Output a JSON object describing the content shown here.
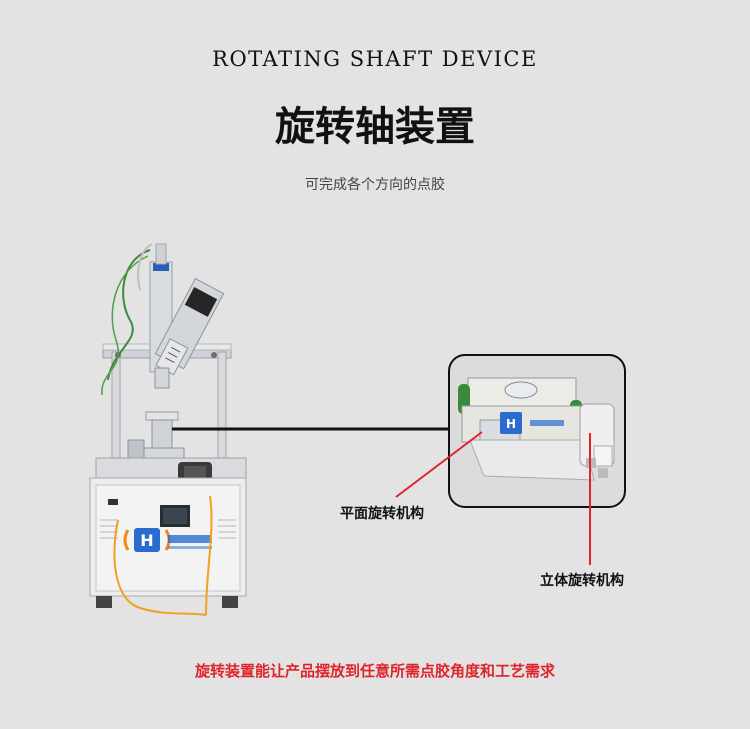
{
  "header": {
    "title_en": "ROTATING SHAFT DEVICE",
    "title_cn": "旋转轴装置",
    "subtitle": "可完成各个方向的点胶"
  },
  "callouts": {
    "planar": "平面旋转机构",
    "spatial": "立体旋转机构"
  },
  "footer": {
    "caption": "旋转装置能让产品摆放到任意所需点胶角度和工艺需求"
  },
  "colors": {
    "background": "#e3e3e3",
    "accent_red": "#e0242b",
    "logo_blue": "#2a6bd0",
    "logo_orange": "#f08a1c"
  }
}
